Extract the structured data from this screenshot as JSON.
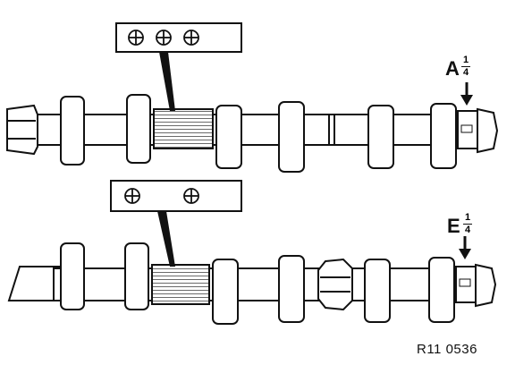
{
  "camshaft_top": {
    "letter": "A",
    "fraction_num": "1",
    "fraction_den": "4"
  },
  "camshaft_bottom": {
    "letter": "E",
    "fraction_num": "1",
    "fraction_den": "4"
  },
  "reference_code": "R11 0536"
}
